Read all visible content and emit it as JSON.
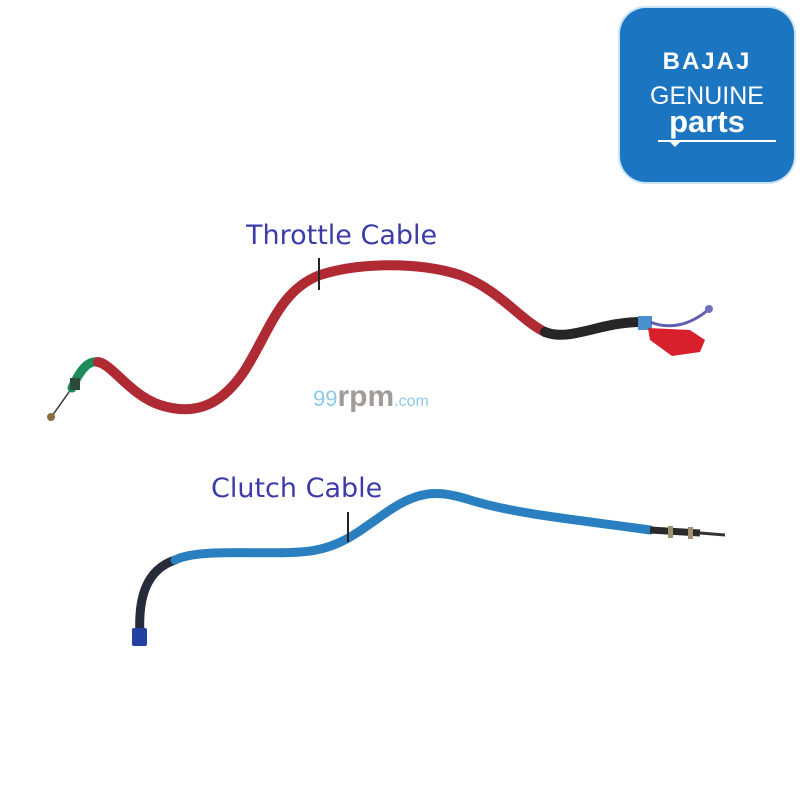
{
  "logo": {
    "brand": "BAJAJ",
    "line1": "GENUINE",
    "line2": "parts",
    "background": "#1b75c0"
  },
  "parts": [
    {
      "label": "Throttle Cable",
      "color": "#b02a34"
    },
    {
      "label": "Clutch Cable",
      "color": "#2a7fc0"
    }
  ],
  "watermark": {
    "numeric": "99",
    "main": "rpm",
    "suffix": ".com"
  }
}
